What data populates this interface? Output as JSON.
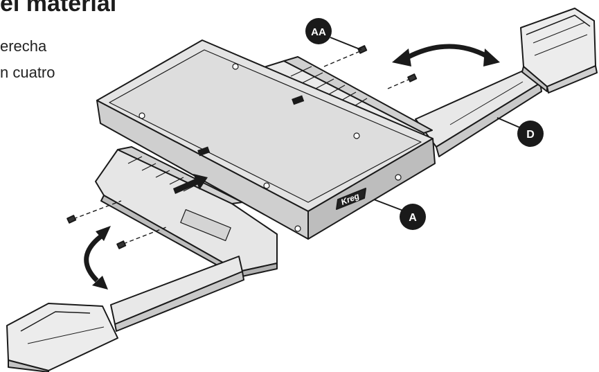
{
  "header": {
    "title": "el material"
  },
  "instructions": {
    "line1": "erecha",
    "line2": "n cuatro"
  },
  "labels": {
    "aa": "AA",
    "a": "A",
    "d": "D"
  },
  "brand": {
    "logo_text": "Kreg"
  },
  "colors": {
    "ink": "#1a1a1a",
    "part_fill": "#e2e2e2",
    "part_light": "#f2f2f2",
    "part_dark": "#c4c4c4"
  }
}
